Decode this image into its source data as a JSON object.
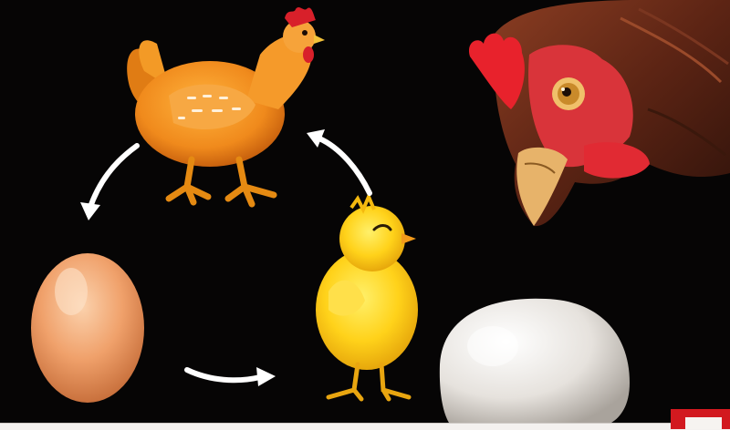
{
  "diagram": {
    "type": "life-cycle",
    "stages": [
      {
        "id": "hen",
        "icon": "hen-illustration"
      },
      {
        "id": "egg",
        "icon": "egg-illustration"
      },
      {
        "id": "chick",
        "icon": "chick-illustration"
      }
    ],
    "cycle_order": [
      "hen",
      "egg",
      "chick",
      "hen"
    ],
    "arrow_color": "#ffffff"
  },
  "photos": [
    {
      "id": "hen-head-photo",
      "icon": "hen-head-photo"
    },
    {
      "id": "white-egg-photo",
      "icon": "white-egg-photo"
    }
  ],
  "colors": {
    "background": "#060505",
    "hen_body": "#f08a1c",
    "chick_body": "#ffd21a",
    "egg_shell": "#f0a16b",
    "white_egg": "#eceae6",
    "comb_red": "#d8202a",
    "badge_red": "#d2191f"
  }
}
